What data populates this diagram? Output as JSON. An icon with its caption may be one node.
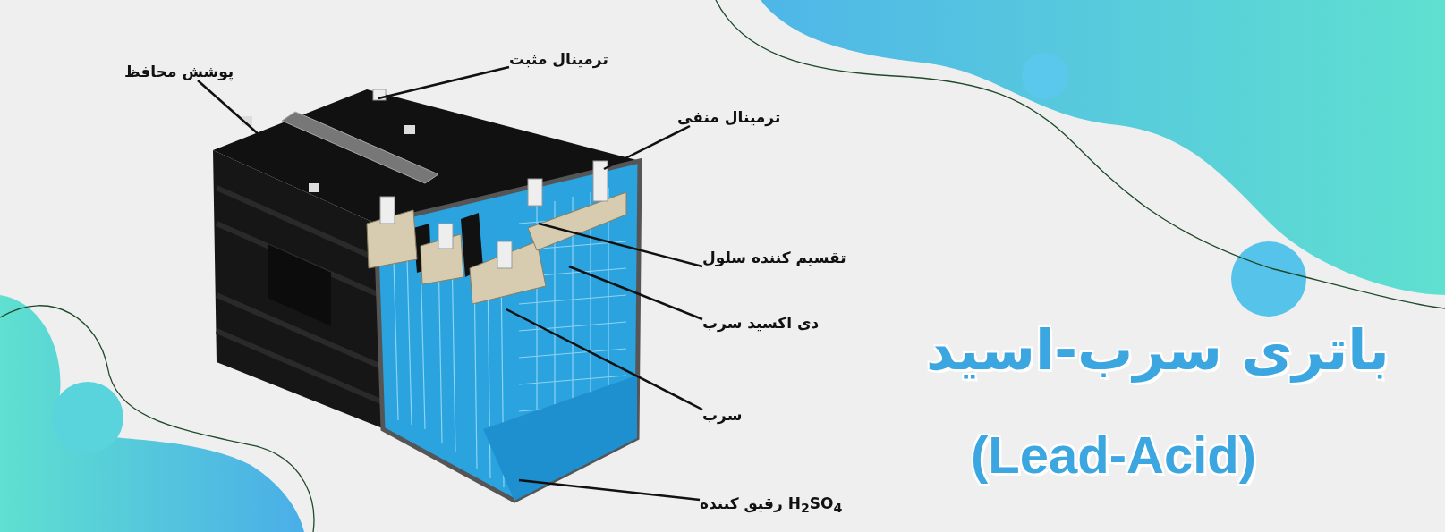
{
  "diagram": {
    "title": "باتری سرب-اسید",
    "nodes": [
      {
        "text": [
          "پوشش محافظ"
        ]
      },
      {
        "text": [
          "ترمینال مثبت"
        ]
      },
      {
        "text": [
          "ترمینال منفی"
        ]
      },
      {
        "text": [
          "تقسیم کننده سلول"
        ]
      },
      {
        "text": [
          "دی اکسید سرب"
        ]
      },
      {
        "text": [
          "سرب"
        ]
      },
      {
        "text": [
          "H$_{2}$SO$_{4}$ رقیق کننده"
        ]
      }
    ],
    "edges": [
      {
        "from": 0,
        "to": null,
        "arrow": "none"
      },
      {
        "from": 1,
        "to": null,
        "arrow": "none"
      },
      {
        "from": 2,
        "to": null,
        "arrow": "none"
      },
      {
        "from": 3,
        "to": null,
        "arrow": "none"
      },
      {
        "from": 4,
        "to": null,
        "arrow": "none"
      },
      {
        "from": 5,
        "to": null,
        "arrow": "none"
      },
      {
        "from": 6,
        "to": null,
        "arrow": "none"
      }
    ],
    "labels": [
      "(Lead-Acid)"
    ]
  }
}
